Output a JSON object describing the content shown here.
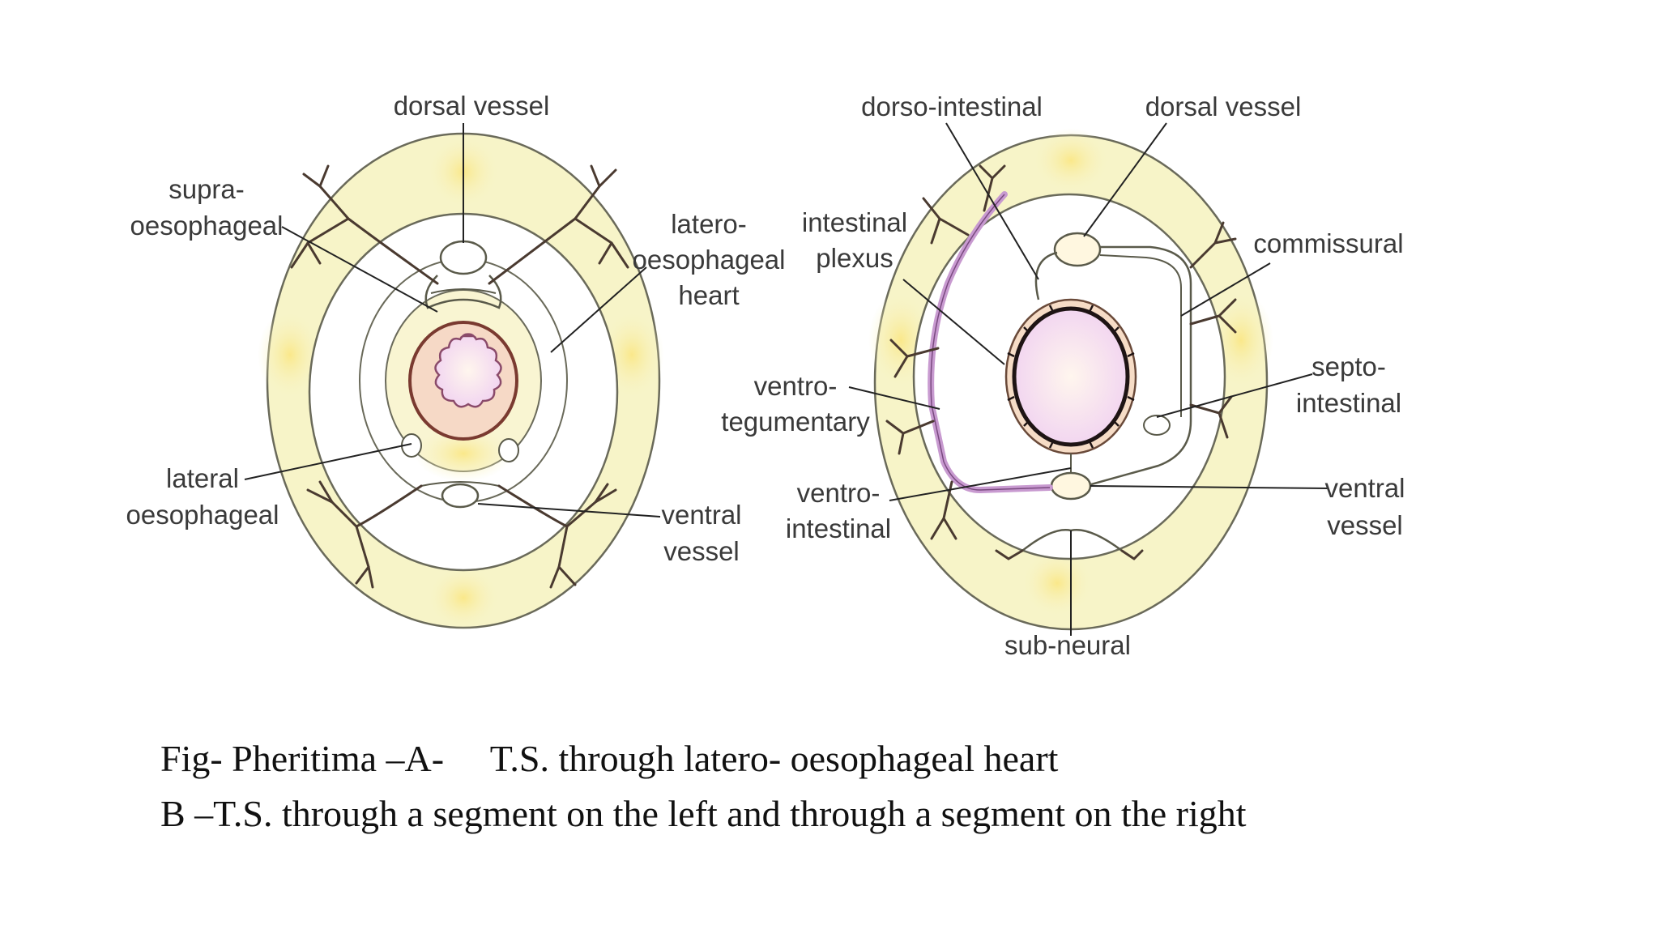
{
  "diagram_a": {
    "labels": {
      "dorsal_vessel": "dorsal vessel",
      "supra_1": "supra-",
      "supra_2": "oesophageal",
      "latero_1": "latero-",
      "latero_2": "oesophageal",
      "latero_3": "heart",
      "lateral_1": "lateral",
      "lateral_2": "oesophageal",
      "ventral_1": "ventral",
      "ventral_2": "vessel"
    }
  },
  "diagram_b": {
    "labels": {
      "dorso_intestinal": "dorso-intestinal",
      "dorsal_vessel": "dorsal vessel",
      "intestinal_1": "intestinal",
      "intestinal_2": "plexus",
      "commissural": "commissural",
      "ventro_teg_1": "ventro-",
      "ventro_teg_2": "tegumentary",
      "septo_1": "septo-",
      "septo_2": "intestinal",
      "ventro_int_1": "ventro-",
      "ventro_int_2": "intestinal",
      "ventral_1": "ventral",
      "ventral_2": "vessel",
      "sub_neural": "sub-neural"
    }
  },
  "caption": {
    "line1": "Fig- Pheritima –A-     T.S. through latero- oesophageal heart",
    "line2": "B –T.S. through a segment on the left and through a segment on the right"
  },
  "colors": {
    "body_wall": "#f7f4c8",
    "body_wall_highlight": "#fbee9a",
    "outline": "#5a5a4a",
    "lumen": "#f6e2f4",
    "gut_wall": "#8a4a3a",
    "plexus": "#c89ad0",
    "vessel": "#4a3a30"
  }
}
